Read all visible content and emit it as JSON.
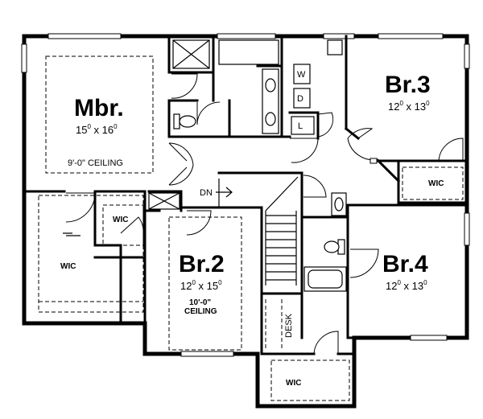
{
  "rooms": {
    "mbr": {
      "name": "Mbr.",
      "w_ft": "15",
      "w_in": "0",
      "d_ft": "16",
      "d_in": "0",
      "ceiling": "9'-0\" CEILING"
    },
    "br2": {
      "name": "Br.2",
      "w_ft": "12",
      "w_in": "0",
      "d_ft": "15",
      "d_in": "0",
      "ceiling_line1": "10'-0\"",
      "ceiling_line2": "CEILING"
    },
    "br3": {
      "name": "Br.3",
      "w_ft": "12",
      "w_in": "0",
      "d_ft": "13",
      "d_in": "0"
    },
    "br4": {
      "name": "Br.4",
      "w_ft": "12",
      "w_in": "0",
      "d_ft": "13",
      "d_in": "0"
    }
  },
  "closets": {
    "wic_mbr": "WIC",
    "wic_small": "WIC",
    "wic_br3": "WIC",
    "wic_bottom": "WIC"
  },
  "laundry": {
    "washer": "W",
    "dryer": "D",
    "linen": "L"
  },
  "labels": {
    "down": "DN",
    "desk": "DESK"
  }
}
